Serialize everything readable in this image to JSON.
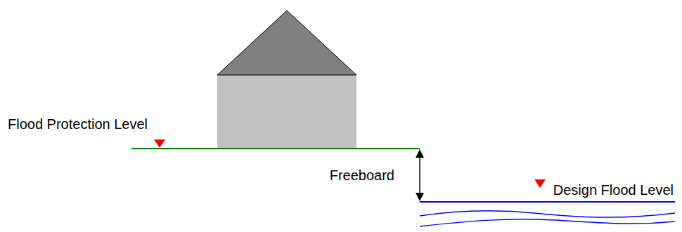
{
  "diagram": {
    "labels": [
      "Flood Protection Level",
      "Freeboard",
      "Design Flood Level"
    ]
  }
}
